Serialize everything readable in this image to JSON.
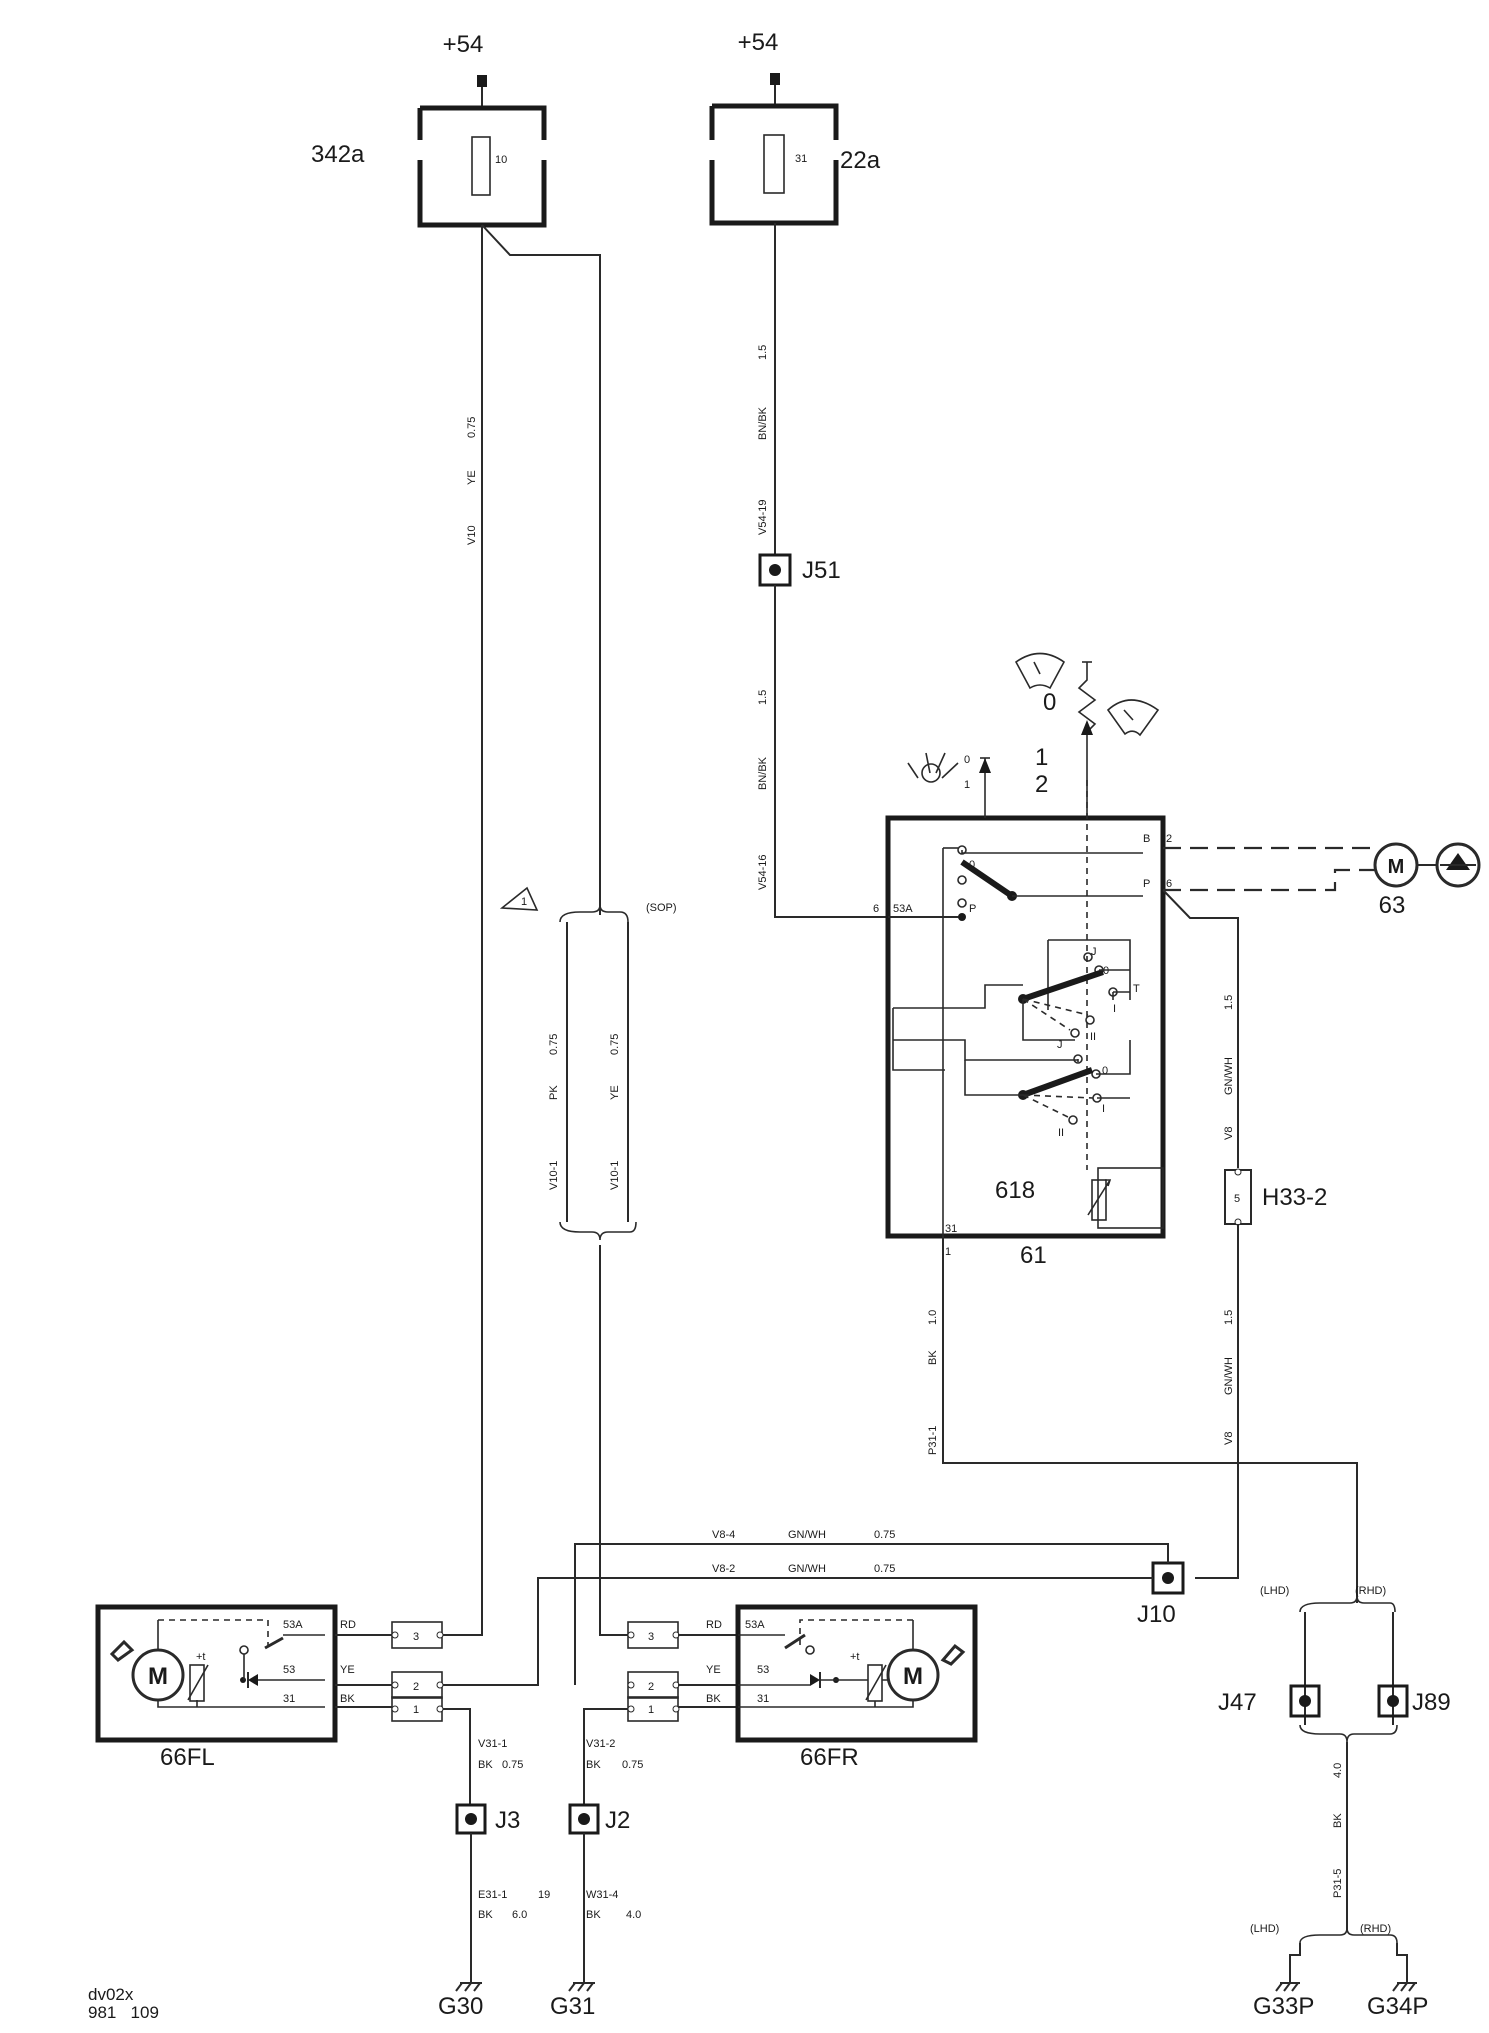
{
  "supplies": [
    "+54",
    "+54"
  ],
  "fuse_boxes": [
    {
      "id": "342a",
      "fuse": "10"
    },
    {
      "id": "22a",
      "fuse": "31"
    }
  ],
  "wires": {
    "v10": [
      "V10",
      "YE",
      "0.75"
    ],
    "v54_19": [
      "V54-19",
      "BN/BK",
      "1.5"
    ],
    "v54_16": [
      "V54-16",
      "BN/BK",
      "1.5"
    ],
    "v10_1a": [
      "V10-1",
      "PK",
      "0.75"
    ],
    "v10_1b": [
      "V10-1",
      "YE",
      "0.75"
    ],
    "v8_upper": [
      "V8",
      "GN/WH",
      "1.5"
    ],
    "v8_lower": [
      "V8",
      "GN/WH",
      "1.5"
    ],
    "p31_1": [
      "P31-1",
      "BK",
      "1.0"
    ],
    "v8_4": [
      "V8-4",
      "GN/WH",
      "0.75"
    ],
    "v8_2": [
      "V8-2",
      "GN/WH",
      "0.75"
    ],
    "v31_1": [
      "V31-1",
      "BK",
      "0.75"
    ],
    "v31_2": [
      "V31-2",
      "BK",
      "0.75"
    ],
    "e31_1": [
      "E31-1",
      "19",
      "BK",
      "6.0"
    ],
    "w31_4": [
      "W31-4",
      "BK",
      "4.0"
    ],
    "p31_5": [
      "P31-5",
      "BK",
      "4.0"
    ]
  },
  "junctions": [
    "J51",
    "J10",
    "J3",
    "J2",
    "J47",
    "J89"
  ],
  "connector_h33": {
    "label": "H33-2",
    "pin": "5"
  },
  "note_marker": "1",
  "sop": "(SOP)",
  "switch_61": {
    "id": "61",
    "inner": "618",
    "pins": [
      "B",
      "2",
      "P",
      "6",
      "6",
      "53A",
      "31",
      "1"
    ],
    "positions": [
      "0",
      "P",
      "0",
      "1",
      "2",
      "J",
      "0",
      "T",
      "I",
      "II",
      "J",
      "0",
      "I",
      "II"
    ]
  },
  "motor_63": {
    "id": "63",
    "motor": "M"
  },
  "wiper_left": {
    "id": "66FL",
    "motor": "M",
    "thermal": "+t",
    "pins": [
      "53A",
      "53",
      "31"
    ],
    "wire_colors": [
      "RD",
      "YE",
      "BK"
    ],
    "plug": [
      "3",
      "2",
      "1"
    ]
  },
  "wiper_right": {
    "id": "66FR",
    "motor": "M",
    "thermal": "+t",
    "pins": [
      "53A",
      "53",
      "31"
    ],
    "wire_colors": [
      "RD",
      "YE",
      "BK"
    ],
    "plug": [
      "3",
      "2",
      "1"
    ]
  },
  "grounds": [
    "G30",
    "G31",
    "G33P",
    "G34P"
  ],
  "market_labels": [
    "(LHD)",
    "(RHD)",
    "(LHD)",
    "(RHD)"
  ],
  "footer": {
    "code": "dv02x",
    "number": "981   109"
  }
}
